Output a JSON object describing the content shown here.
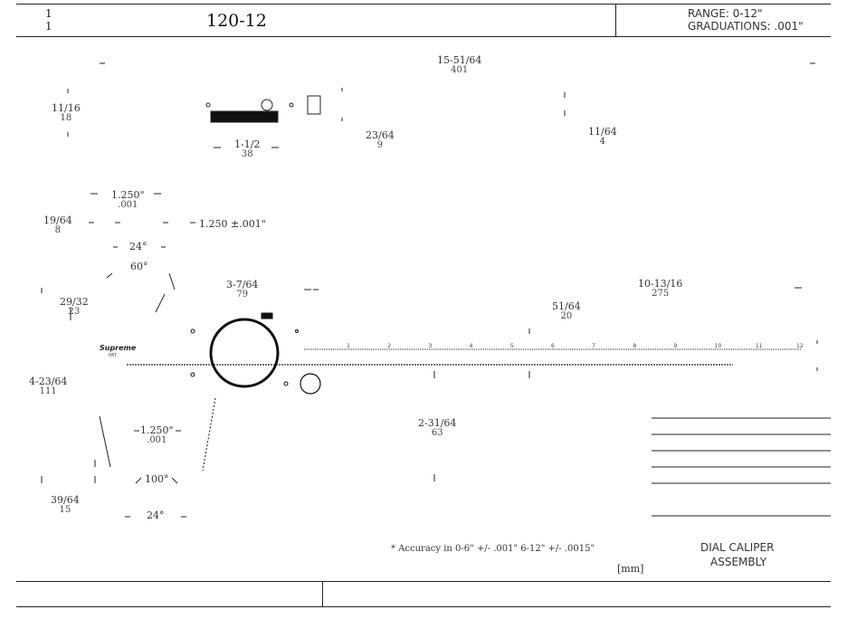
{
  "title_block": {
    "sheet_top": "1",
    "sheet_bottom": "1",
    "part_number": "120-12",
    "range": "RANGE: 0-12\"",
    "graduations": "GRADUATIONS: .001\""
  },
  "dimensions": [
    {
      "id": "overall-length",
      "fraction": "15-51/64",
      "value": "401"
    },
    {
      "id": "jaw-height",
      "fraction": "11/16",
      "value": "18"
    },
    {
      "id": "slot-width",
      "fraction": "1-1/2",
      "value": "38"
    },
    {
      "id": "depth-a",
      "fraction": "23/64",
      "value": "9"
    },
    {
      "id": "depth-b",
      "fraction": "11/64",
      "value": "4"
    },
    {
      "id": "tip-width",
      "fraction": "1.250\"",
      "value": ".001"
    },
    {
      "id": "tip-offset",
      "fraction": "19/64",
      "value": "8"
    },
    {
      "id": "tip-spec",
      "fraction": "1.250 ±.001\"",
      "value": ""
    },
    {
      "id": "angle-24-top",
      "fraction": "24°",
      "value": ""
    },
    {
      "id": "angle-60",
      "fraction": "60°",
      "value": ""
    },
    {
      "id": "left-small",
      "fraction": "29/32",
      "value": "23"
    },
    {
      "id": "dial-offset",
      "fraction": "3-7/64",
      "value": "79"
    },
    {
      "id": "beam-height",
      "fraction": "51/64",
      "value": "20"
    },
    {
      "id": "beam-length",
      "fraction": "10-13/16",
      "value": "275"
    },
    {
      "id": "total-height",
      "fraction": "4-23/64",
      "value": "111"
    },
    {
      "id": "lower-spec",
      "fraction": "1.250\"",
      "value": ".001"
    },
    {
      "id": "angle-100",
      "fraction": "100°",
      "value": ""
    },
    {
      "id": "lower-depth",
      "fraction": "39/64",
      "value": "15"
    },
    {
      "id": "angle-24-bottom",
      "fraction": "24°",
      "value": ""
    },
    {
      "id": "depth-rod",
      "fraction": "2-31/64",
      "value": "63"
    }
  ],
  "labels": {
    "brand": "Supreme",
    "brand_sub": "PAT",
    "accuracy_note": "* Accuracy in 0-6\" +/- .001\" 6-12\" +/- .0015\"",
    "units": "[mm]",
    "drawing_title_line1": "DIAL CALIPER",
    "drawing_title_line2": "ASSEMBLY"
  },
  "scale": {
    "marks": [
      "1",
      "2",
      "3",
      "4",
      "5",
      "6",
      "7",
      "8",
      "9",
      "10",
      "11",
      "12"
    ]
  },
  "colors": {
    "ink": "#111111",
    "line": "#222222"
  }
}
